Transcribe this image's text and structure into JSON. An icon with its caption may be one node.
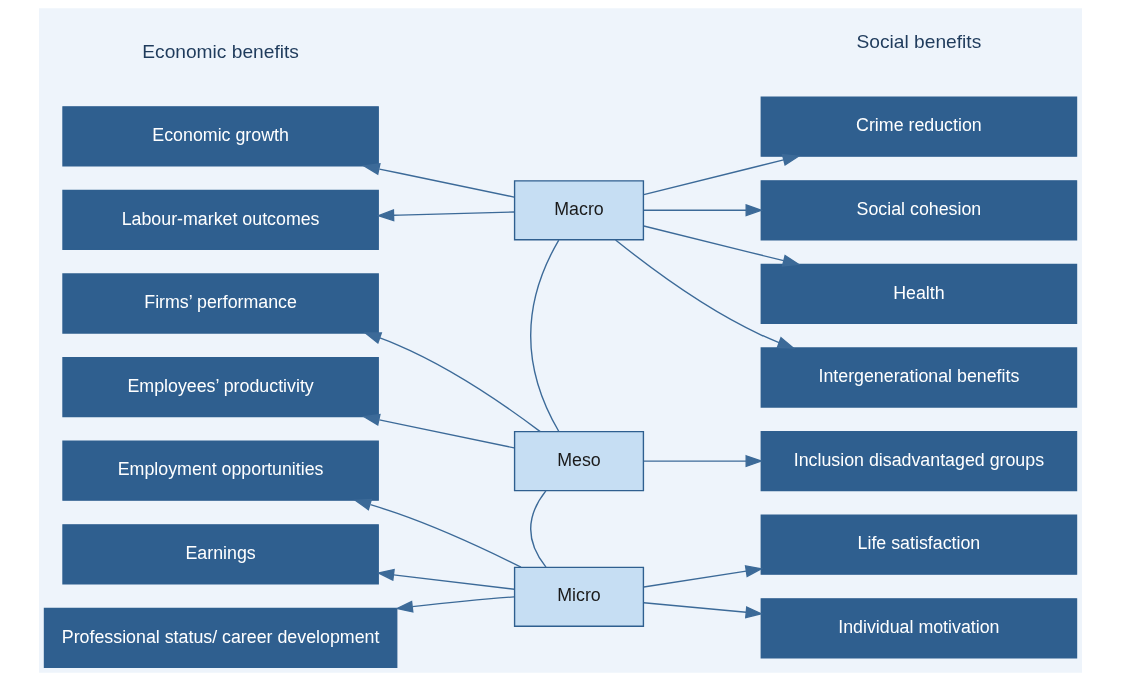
{
  "diagram": {
    "nodes": [
      {
        "text": [
          "Economic growth"
        ]
      },
      {
        "text": [
          "Labour-market outcomes"
        ]
      },
      {
        "text": [
          "Firms’ performance"
        ]
      },
      {
        "text": [
          "Employees’ productivity"
        ]
      },
      {
        "text": [
          "Employment opportunities"
        ]
      },
      {
        "text": [
          "Earnings"
        ]
      },
      {
        "text": [
          "Professional status/ career development"
        ]
      },
      {
        "text": [
          "Crime reduction"
        ]
      },
      {
        "text": [
          "Social cohesion"
        ]
      },
      {
        "text": [
          "Health"
        ]
      },
      {
        "text": [
          "Intergenerational benefits"
        ]
      },
      {
        "text": [
          "Inclusion disadvantaged groups"
        ]
      },
      {
        "text": [
          "Life satisfaction"
        ]
      },
      {
        "text": [
          "Individual motivation"
        ]
      },
      {
        "text": [
          "Macro"
        ]
      },
      {
        "text": [
          "Meso"
        ]
      },
      {
        "text": [
          "Micro"
        ]
      }
    ],
    "edges": [
      {
        "from": 14,
        "to": 0,
        "arrow": "to"
      },
      {
        "from": 14,
        "to": 1,
        "arrow": "to"
      },
      {
        "from": 14,
        "to": 7,
        "arrow": "to"
      },
      {
        "from": 14,
        "to": 8,
        "arrow": "to"
      },
      {
        "from": 14,
        "to": 9,
        "arrow": "to"
      },
      {
        "from": 14,
        "to": 10,
        "arrow": "to"
      },
      {
        "from": 14,
        "to": 15,
        "arrow": "none"
      },
      {
        "from": 15,
        "to": 2,
        "arrow": "to"
      },
      {
        "from": 15,
        "to": 3,
        "arrow": "to"
      },
      {
        "from": 15,
        "to": 11,
        "arrow": "to"
      },
      {
        "from": 15,
        "to": 16,
        "arrow": "none"
      },
      {
        "from": 16,
        "to": 4,
        "arrow": "to"
      },
      {
        "from": 16,
        "to": 5,
        "arrow": "to"
      },
      {
        "from": 16,
        "to": 6,
        "arrow": "to"
      },
      {
        "from": 16,
        "to": 12,
        "arrow": "to"
      },
      {
        "from": 16,
        "to": 13,
        "arrow": "to"
      }
    ],
    "labels": [
      "Economic benefits",
      "Social benefits"
    ]
  }
}
